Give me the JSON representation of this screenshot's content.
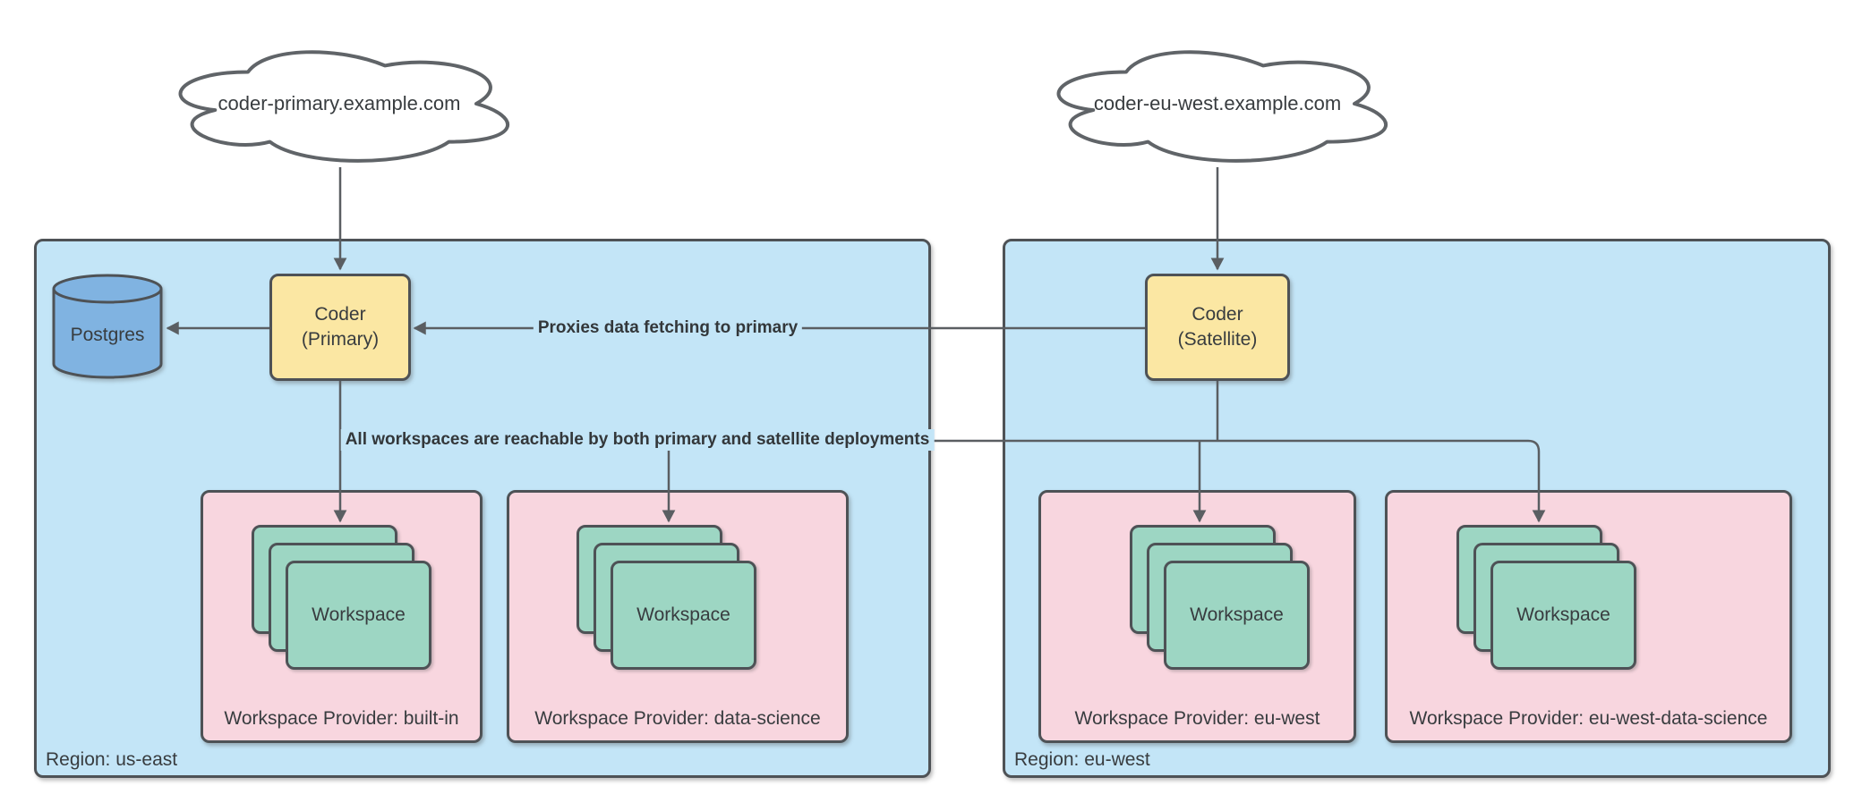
{
  "colors": {
    "region_fill": "#C3E5F7",
    "provider_fill": "#F8D6DF",
    "workspace_fill": "#9DD6C3",
    "coder_fill": "#FBE7A3",
    "postgres_fill": "#80B3E1",
    "stroke": "#4E5256",
    "connector": "#5A5E62",
    "cloud_stroke": "#606468",
    "text": "#383C3F",
    "label_text": "#33373A",
    "canvas_bg": "#FFFFFF"
  },
  "clouds": {
    "primary": {
      "label": "coder-primary.example.com"
    },
    "satellite": {
      "label": "coder-eu-west.example.com"
    }
  },
  "database": {
    "label": "Postgres"
  },
  "regions": [
    {
      "label": "Region: us-east",
      "coder": {
        "line1": "Coder",
        "line2": "(Primary)"
      },
      "providers": [
        {
          "label": "Workspace Provider: built-in",
          "workspace_label": "Workspace"
        },
        {
          "label": "Workspace Provider: data-science",
          "workspace_label": "Workspace"
        }
      ]
    },
    {
      "label": "Region: eu-west",
      "coder": {
        "line1": "Coder",
        "line2": "(Satellite)"
      },
      "providers": [
        {
          "label": "Workspace Provider: eu-west",
          "workspace_label": "Workspace"
        },
        {
          "label": "Workspace Provider: eu-west-data-science",
          "workspace_label": "Workspace"
        }
      ]
    }
  ],
  "edge_labels": {
    "proxies": "Proxies data fetching to primary",
    "reachable": "All workspaces are reachable by both primary and satellite deployments"
  }
}
